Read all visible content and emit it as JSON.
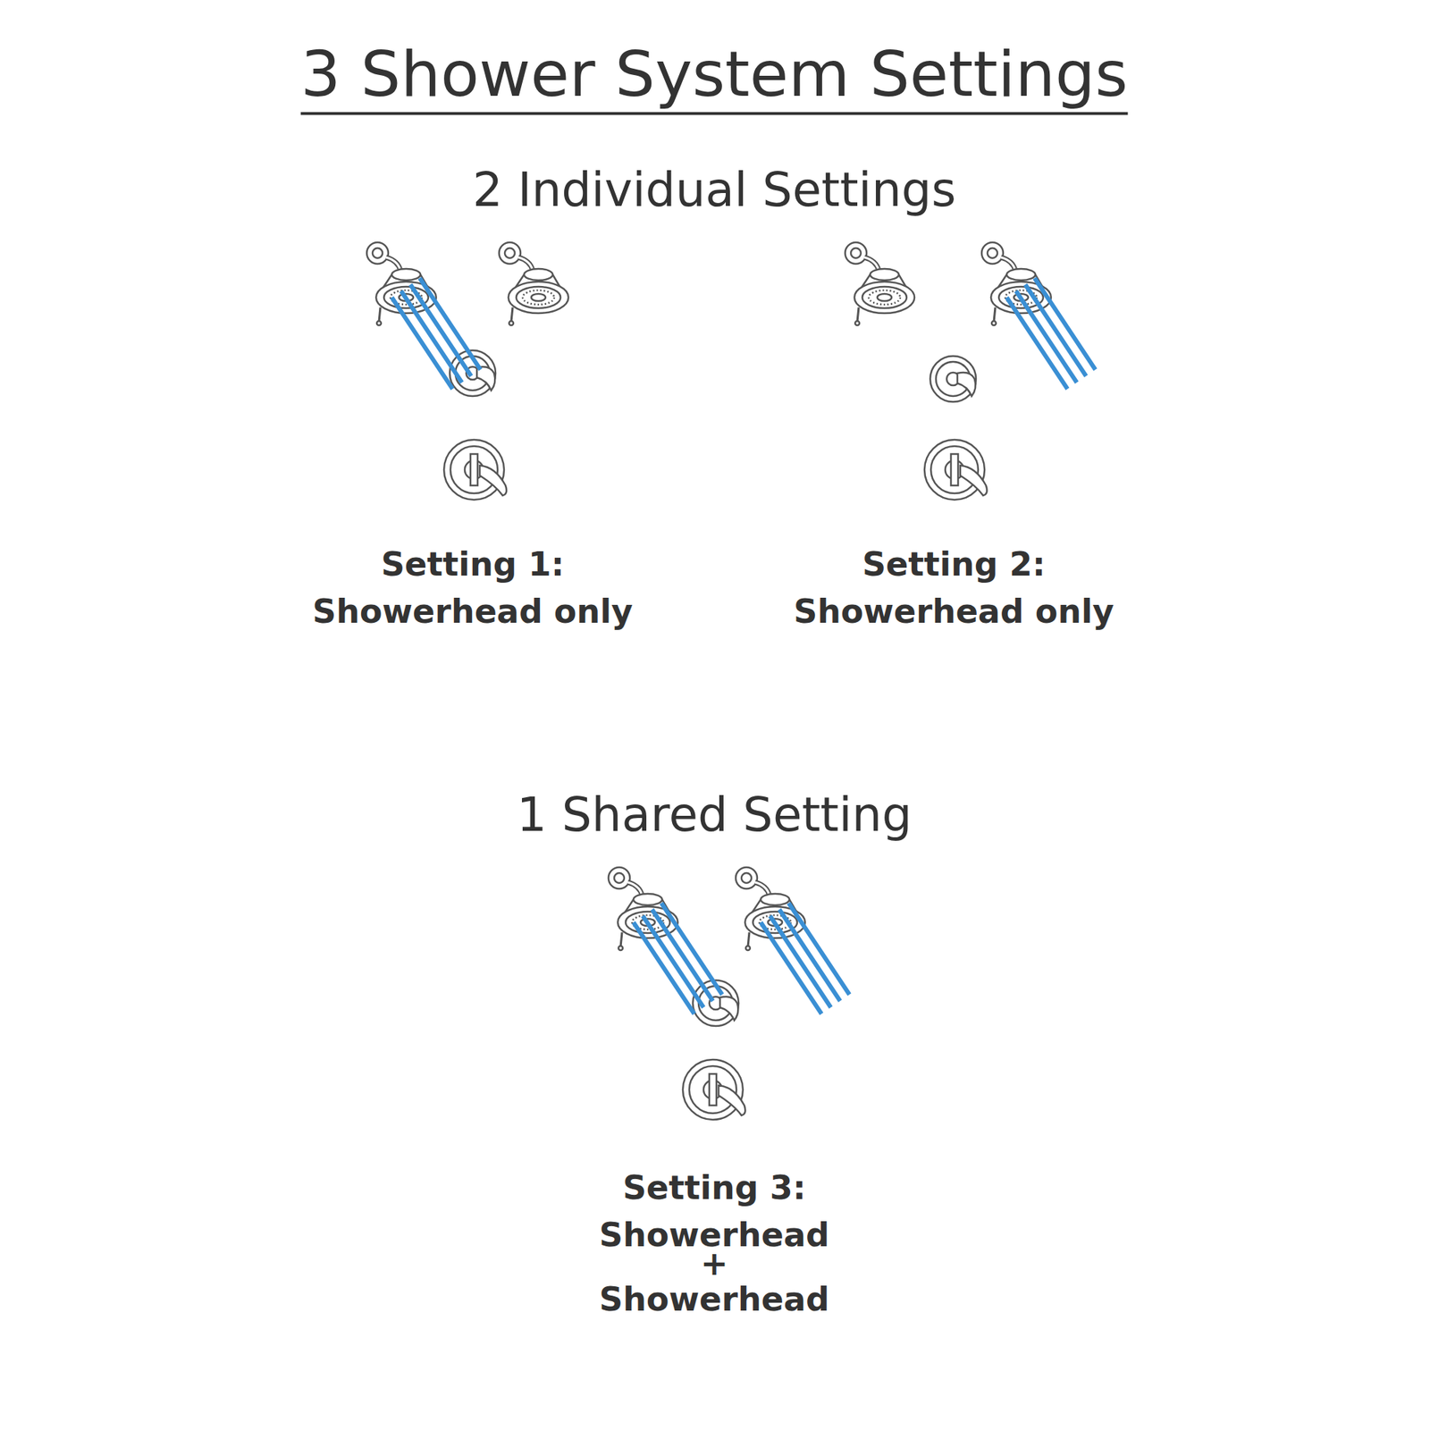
{
  "diagram": {
    "title": "3 Shower System Settings",
    "labels": [
      "2 Individual Settings",
      "Setting 1:",
      "Showerhead only",
      "Setting 2:",
      "Showerhead only",
      "1 Shared Setting",
      "Setting 3:",
      "Showerhead",
      "+",
      "Showerhead"
    ]
  }
}
